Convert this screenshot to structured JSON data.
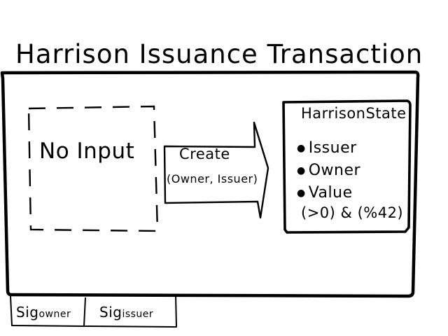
{
  "title": "Harrison Issuance Transaction",
  "input_box": {
    "label": "No Input"
  },
  "command": {
    "name": "Create",
    "args": "(Owner, Issuer)"
  },
  "output_state": {
    "name": "HarrisonState",
    "fields": [
      "Issuer",
      "Owner",
      "Value"
    ],
    "constraint": "(>0) & (%42)"
  },
  "signatures": [
    {
      "prefix": "Sig",
      "party": "owner"
    },
    {
      "prefix": "Sig",
      "party": "issuer"
    }
  ]
}
